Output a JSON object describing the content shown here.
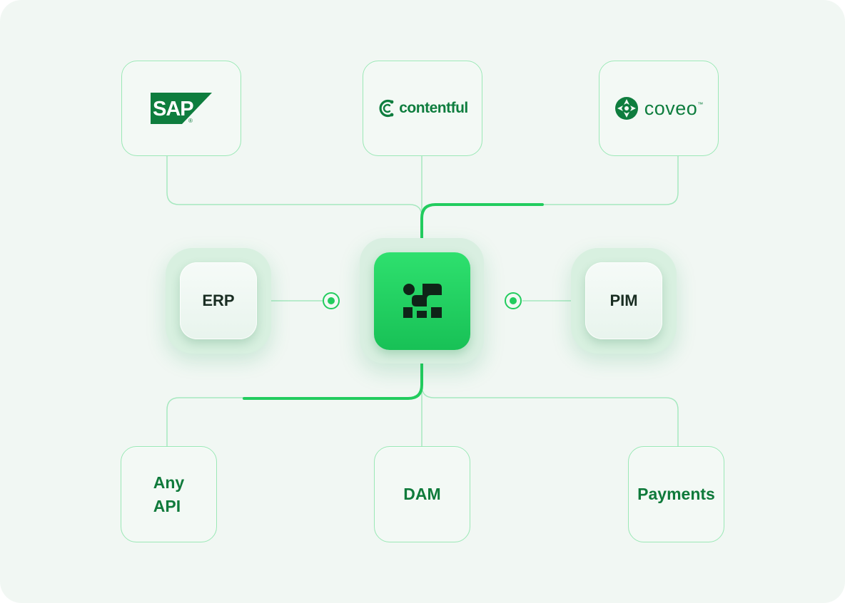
{
  "top_integrations": [
    {
      "name": "SAP",
      "badge": "®"
    },
    {
      "name": "contentful"
    },
    {
      "name": "coveo",
      "badge": "™"
    }
  ],
  "side_modules": {
    "left": "ERP",
    "right": "PIM"
  },
  "bottom_integrations": {
    "any_api_line1": "Any",
    "any_api_line2": "API",
    "dam": "DAM",
    "payments": "Payments"
  },
  "colors": {
    "background": "#f1f7f3",
    "accent": "#22cc5e",
    "card_border": "#9be8b6",
    "text_green": "#0f7a3b",
    "sap_green": "#0e7d3e",
    "hub_icon": "#0f2418"
  },
  "icons": [
    "sap-logo",
    "contentful-logo",
    "coveo-logo",
    "platform-hub-icon",
    "connection-dot-icon"
  ]
}
